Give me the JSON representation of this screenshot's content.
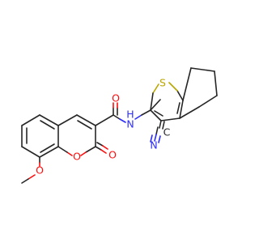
{
  "molecule": {
    "colors": {
      "carbon": "#262626",
      "oxygen": "#ff0d0d",
      "nitrogen": "#2e2efa",
      "sulfur": "#b8a600"
    },
    "atom_labels": {
      "S": "S",
      "NH": "N",
      "H": "H",
      "N_nitrile": "N",
      "C_nitrile": "C",
      "O_amide": "O",
      "O_ring": "O",
      "O_lactone": "O",
      "O_methoxy": "O"
    }
  }
}
